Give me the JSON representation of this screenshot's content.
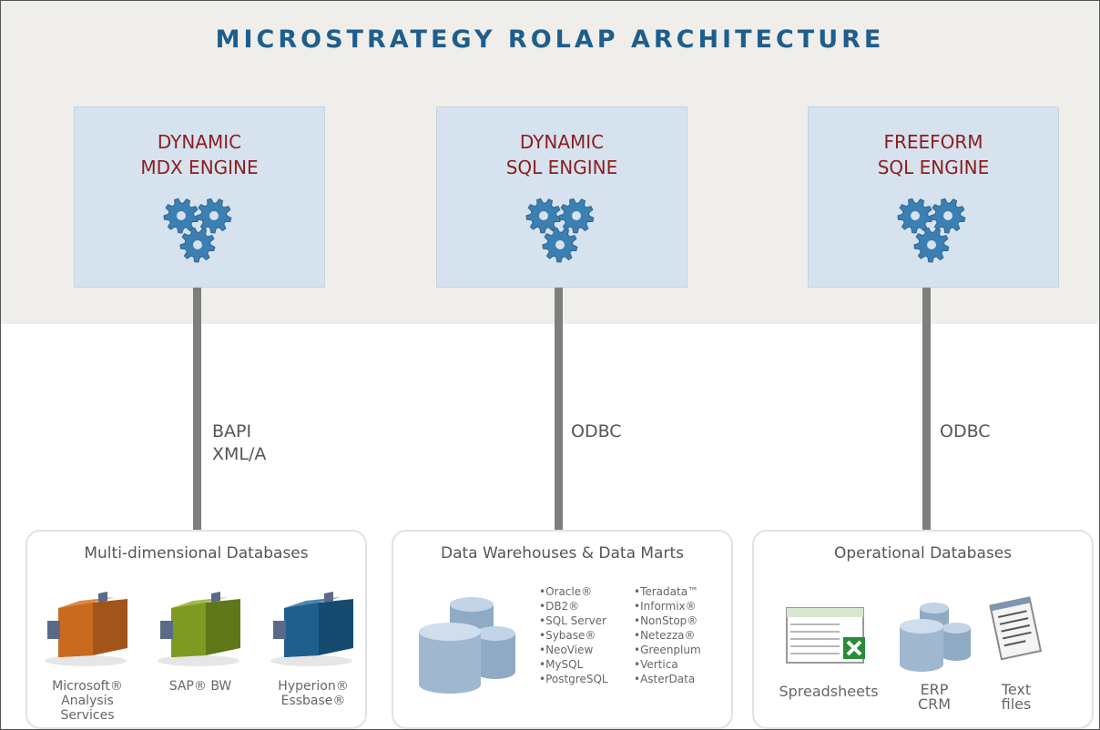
{
  "title": "MICROSTRATEGY ROLAP ARCHITECTURE",
  "engines": [
    {
      "title_line1": "DYNAMIC",
      "title_line2": "MDX ENGINE",
      "icon": "gears-icon",
      "protocol_line1": "BAPI",
      "protocol_line2": "XML/A"
    },
    {
      "title_line1": "DYNAMIC",
      "title_line2": "SQL ENGINE",
      "icon": "gears-icon",
      "protocol_line1": "ODBC",
      "protocol_line2": ""
    },
    {
      "title_line1": "FREEFORM",
      "title_line2": "SQL ENGINE",
      "icon": "gears-icon",
      "protocol_line1": "ODBC",
      "protocol_line2": ""
    }
  ],
  "groups": {
    "multidimensional": {
      "title": "Multi-dimensional Databases",
      "products": [
        {
          "line1": "Microsoft®",
          "line2": "Analysis Services",
          "icon": "olap-cube-icon",
          "color": "#c96a1e"
        },
        {
          "line1": "SAP® BW",
          "line2": "",
          "icon": "olap-cube-icon",
          "color": "#7f9a22"
        },
        {
          "line1": "Hyperion®",
          "line2": "Essbase®",
          "icon": "olap-cube-icon",
          "color": "#1f5f8d"
        }
      ]
    },
    "warehouses": {
      "title": "Data Warehouses & Data Marts",
      "icon": "database-stack-icon",
      "vendors_left": [
        "Oracle®",
        "DB2®",
        "SQL Server",
        "Sybase®",
        "NeoView",
        "MySQL",
        "PostgreSQL"
      ],
      "vendors_right": [
        "Teradata™",
        "Informix®",
        "NonStop®",
        "Netezza®",
        "Greenplum",
        "Vertica",
        "AsterData"
      ]
    },
    "operational": {
      "title": "Operational Databases",
      "items": [
        {
          "line1": "Spreadsheets",
          "line2": "",
          "icon": "spreadsheet-icon"
        },
        {
          "line1": "ERP",
          "line2": "CRM",
          "icon": "database-stack-icon"
        },
        {
          "line1": "Text",
          "line2": "files",
          "icon": "text-file-icon"
        }
      ]
    }
  },
  "colors": {
    "title": "#1d5e8d",
    "engine_title": "#8c1d1d",
    "engine_box": "#d6e2ee",
    "gear": "#3c7fb3",
    "connector": "#7e7e7e",
    "database": "#a9c2d9"
  }
}
